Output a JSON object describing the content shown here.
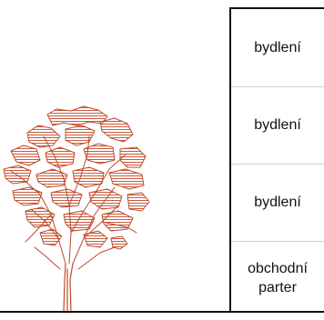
{
  "colors": {
    "tree_stroke": "#c0492a",
    "building_line": "#111111",
    "floor_separator": "#d4d4d4"
  },
  "building": {
    "floors": [
      {
        "label": "bydlení"
      },
      {
        "label": "bydlení"
      },
      {
        "label": "bydlení"
      },
      {
        "label_line1": "obchodní",
        "label_line2": "parter"
      }
    ]
  },
  "tree": {
    "icon": "deciduous-tree-icon"
  }
}
